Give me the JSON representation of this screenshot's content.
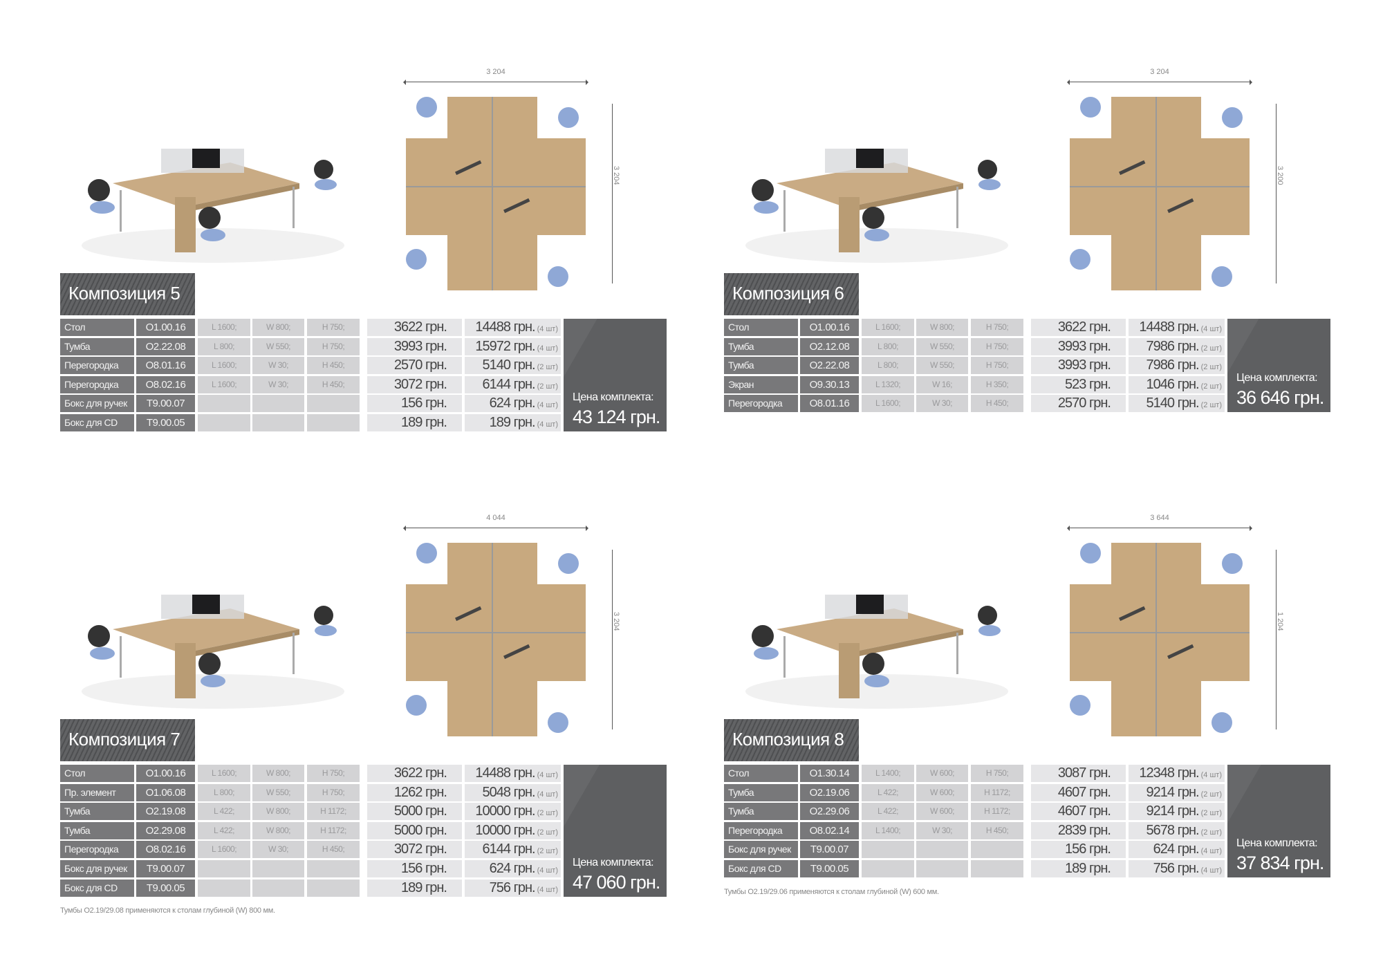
{
  "common": {
    "total_label": "Цена комплекта:"
  },
  "panels": [
    {
      "title": "Композиция 5",
      "dim_top": "3 204",
      "dim_side": "3 204",
      "rows": [
        {
          "name": "Стол",
          "code": "O1.00.16",
          "l": "L 1600;",
          "w": "W 800;",
          "h": "H 750;",
          "price": "3622 грн.",
          "total": "14488 грн.",
          "qty": "(4 шт)"
        },
        {
          "name": "Тумба",
          "code": "O2.22.08",
          "l": "L 800;",
          "w": "W 550;",
          "h": "H 750;",
          "price": "3993 грн.",
          "total": "15972 грн.",
          "qty": "(4 шт)"
        },
        {
          "name": "Перегородка",
          "code": "O8.01.16",
          "l": "L 1600;",
          "w": "W 30;",
          "h": "H 450;",
          "price": "2570 грн.",
          "total": "5140 грн.",
          "qty": "(2 шт)"
        },
        {
          "name": "Перегородка",
          "code": "O8.02.16",
          "l": "L 1600;",
          "w": "W 30;",
          "h": "H 450;",
          "price": "3072 грн.",
          "total": "6144 грн.",
          "qty": "(2 шт)"
        },
        {
          "name": "Бокс для ручек",
          "code": "T9.00.07",
          "l": "",
          "w": "",
          "h": "",
          "price": "156 грн.",
          "total": "624 грн.",
          "qty": "(4 шт)"
        },
        {
          "name": "Бокс для CD",
          "code": "T9.00.05",
          "l": "",
          "w": "",
          "h": "",
          "price": "189 грн.",
          "total": "189 грн.",
          "qty": "(4 шт)"
        }
      ],
      "set_price": "43 124 грн.",
      "note": ""
    },
    {
      "title": "Композиция 6",
      "dim_top": "3 204",
      "dim_side": "3 200",
      "rows": [
        {
          "name": "Стол",
          "code": "O1.00.16",
          "l": "L 1600;",
          "w": "W 800;",
          "h": "H 750;",
          "price": "3622 грн.",
          "total": "14488 грн.",
          "qty": "(4 шт)"
        },
        {
          "name": "Тумба",
          "code": "O2.12.08",
          "l": "L 800;",
          "w": "W 550;",
          "h": "H 750;",
          "price": "3993 грн.",
          "total": "7986 грн.",
          "qty": "(2 шт)"
        },
        {
          "name": "Тумба",
          "code": "O2.22.08",
          "l": "L 800;",
          "w": "W 550;",
          "h": "H 750;",
          "price": "3993 грн.",
          "total": "7986 грн.",
          "qty": "(2 шт)"
        },
        {
          "name": "Экран",
          "code": "O9.30.13",
          "l": "L 1320;",
          "w": "W 16;",
          "h": "H 350;",
          "price": "523 грн.",
          "total": "1046 грн.",
          "qty": "(2 шт)"
        },
        {
          "name": "Перегородка",
          "code": "O8.01.16",
          "l": "L 1600;",
          "w": "W 30;",
          "h": "H 450;",
          "price": "2570 грн.",
          "total": "5140 грн.",
          "qty": "(2 шт)"
        }
      ],
      "set_price": "36 646 грн.",
      "note": ""
    },
    {
      "title": "Композиция 7",
      "dim_top": "4 044",
      "dim_side": "3 204",
      "rows": [
        {
          "name": "Стол",
          "code": "O1.00.16",
          "l": "L 1600;",
          "w": "W 800;",
          "h": "H 750;",
          "price": "3622 грн.",
          "total": "14488 грн.",
          "qty": "(4 шт)"
        },
        {
          "name": "Пр. элемент",
          "code": "O1.06.08",
          "l": "L 800;",
          "w": "W 550;",
          "h": "H 750;",
          "price": "1262 грн.",
          "total": "5048 грн.",
          "qty": "(4 шт)"
        },
        {
          "name": "Тумба",
          "code": "O2.19.08",
          "l": "L 422;",
          "w": "W 800;",
          "h": "H 1172;",
          "price": "5000 грн.",
          "total": "10000 грн.",
          "qty": "(2 шт)"
        },
        {
          "name": "Тумба",
          "code": "O2.29.08",
          "l": "L 422;",
          "w": "W 800;",
          "h": "H 1172;",
          "price": "5000 грн.",
          "total": "10000 грн.",
          "qty": "(2 шт)"
        },
        {
          "name": "Перегородка",
          "code": "O8.02.16",
          "l": "L 1600;",
          "w": "W 30;",
          "h": "H 450;",
          "price": "3072 грн.",
          "total": "6144 грн.",
          "qty": "(2 шт)"
        },
        {
          "name": "Бокс для ручек",
          "code": "T9.00.07",
          "l": "",
          "w": "",
          "h": "",
          "price": "156 грн.",
          "total": "624 грн.",
          "qty": "(4 шт)"
        },
        {
          "name": "Бокс для CD",
          "code": "T9.00.05",
          "l": "",
          "w": "",
          "h": "",
          "price": "189 грн.",
          "total": "756 грн.",
          "qty": "(4 шт)"
        }
      ],
      "set_price": "47 060 грн.",
      "note": "Тумбы O2.19/29.08 применяются к столам глубиной (W) 800 мм."
    },
    {
      "title": "Композиция 8",
      "dim_top": "3 644",
      "dim_side": "1 204",
      "rows": [
        {
          "name": "Стол",
          "code": "O1.30.14",
          "l": "L 1400;",
          "w": "W 600;",
          "h": "H 750;",
          "price": "3087 грн.",
          "total": "12348 грн.",
          "qty": "(4 шт)"
        },
        {
          "name": "Тумба",
          "code": "O2.19.06",
          "l": "L 422;",
          "w": "W 600;",
          "h": "H 1172;",
          "price": "4607 грн.",
          "total": "9214 грн.",
          "qty": "(2 шт)"
        },
        {
          "name": "Тумба",
          "code": "O2.29.06",
          "l": "L 422;",
          "w": "W 600;",
          "h": "H 1172;",
          "price": "4607 грн.",
          "total": "9214 грн.",
          "qty": "(2 шт)"
        },
        {
          "name": "Перегородка",
          "code": "O8.02.14",
          "l": "L 1400;",
          "w": "W 30;",
          "h": "H 450;",
          "price": "2839 грн.",
          "total": "5678 грн.",
          "qty": "(2 шт)"
        },
        {
          "name": "Бокс для ручек",
          "code": "T9.00.07",
          "l": "",
          "w": "",
          "h": "",
          "price": "156 грн.",
          "total": "624 грн.",
          "qty": "(4 шт)"
        },
        {
          "name": "Бокс для CD",
          "code": "T9.00.05",
          "l": "",
          "w": "",
          "h": "",
          "price": "189 грн.",
          "total": "756 грн.",
          "qty": "(4 шт)"
        }
      ],
      "set_price": "37 834 грн.",
      "note": "Тумбы O2.19/29.06 применяются к столам глубиной (W) 600 мм."
    }
  ]
}
